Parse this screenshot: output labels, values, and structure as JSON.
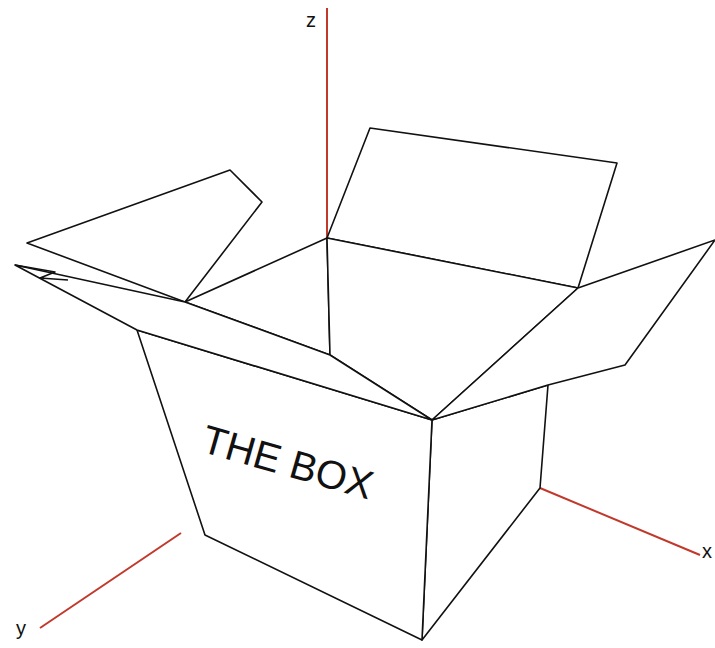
{
  "diagram": {
    "labels": [
      "z",
      "THE BOX",
      "y",
      "x"
    ]
  }
}
